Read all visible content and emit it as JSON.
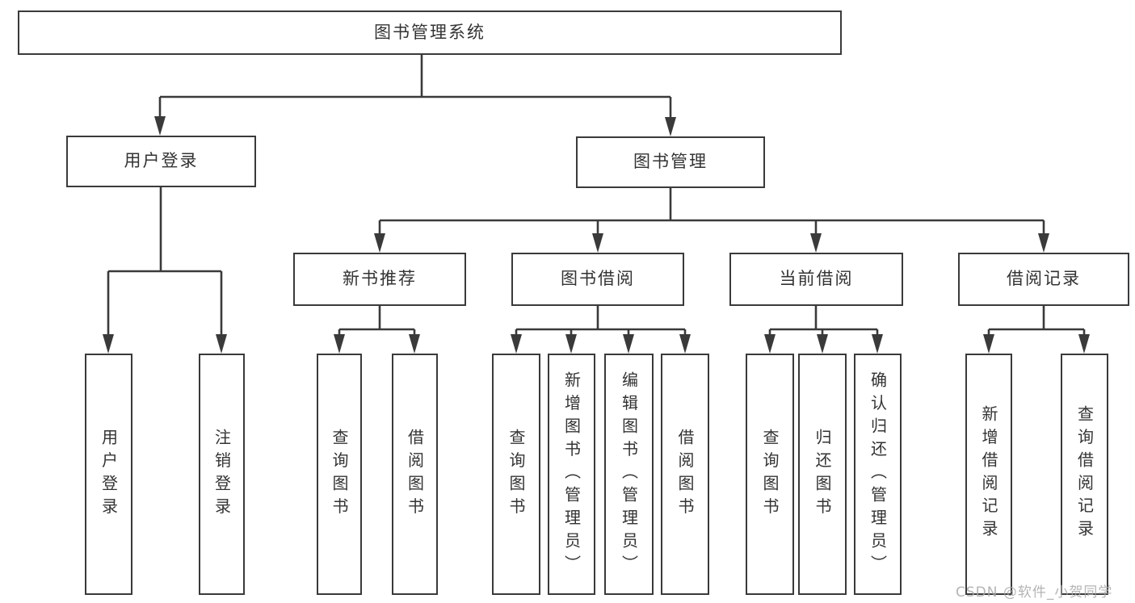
{
  "nodes": {
    "root": {
      "label": "图书管理系统"
    },
    "level2": [
      {
        "label": "用户登录"
      },
      {
        "label": "图书管理"
      }
    ],
    "login_children": [
      {
        "label": "用户登录"
      },
      {
        "label": "注销登录"
      }
    ],
    "sections": [
      {
        "label": "新书推荐",
        "children": [
          {
            "label": "查询图书"
          },
          {
            "label": "借阅图书"
          }
        ]
      },
      {
        "label": "图书借阅",
        "children": [
          {
            "label": "查询图书"
          },
          {
            "label": "新增图书（管理员）"
          },
          {
            "label": "编辑图书（管理员）"
          },
          {
            "label": "借阅图书"
          }
        ]
      },
      {
        "label": "当前借阅",
        "children": [
          {
            "label": "查询图书"
          },
          {
            "label": "归还图书"
          },
          {
            "label": "确认归还（管理员）"
          }
        ]
      },
      {
        "label": "借阅记录",
        "children": [
          {
            "label": "新增借阅记录"
          },
          {
            "label": "查询借阅记录"
          }
        ]
      }
    ]
  },
  "watermark": {
    "text": "CSDN @软件_小贺同学"
  },
  "colors": {
    "line": "#3a3a3a",
    "text": "#333333",
    "box_background": "#ffffff",
    "background": "#ffffff",
    "watermark": "#a8a8a8"
  }
}
